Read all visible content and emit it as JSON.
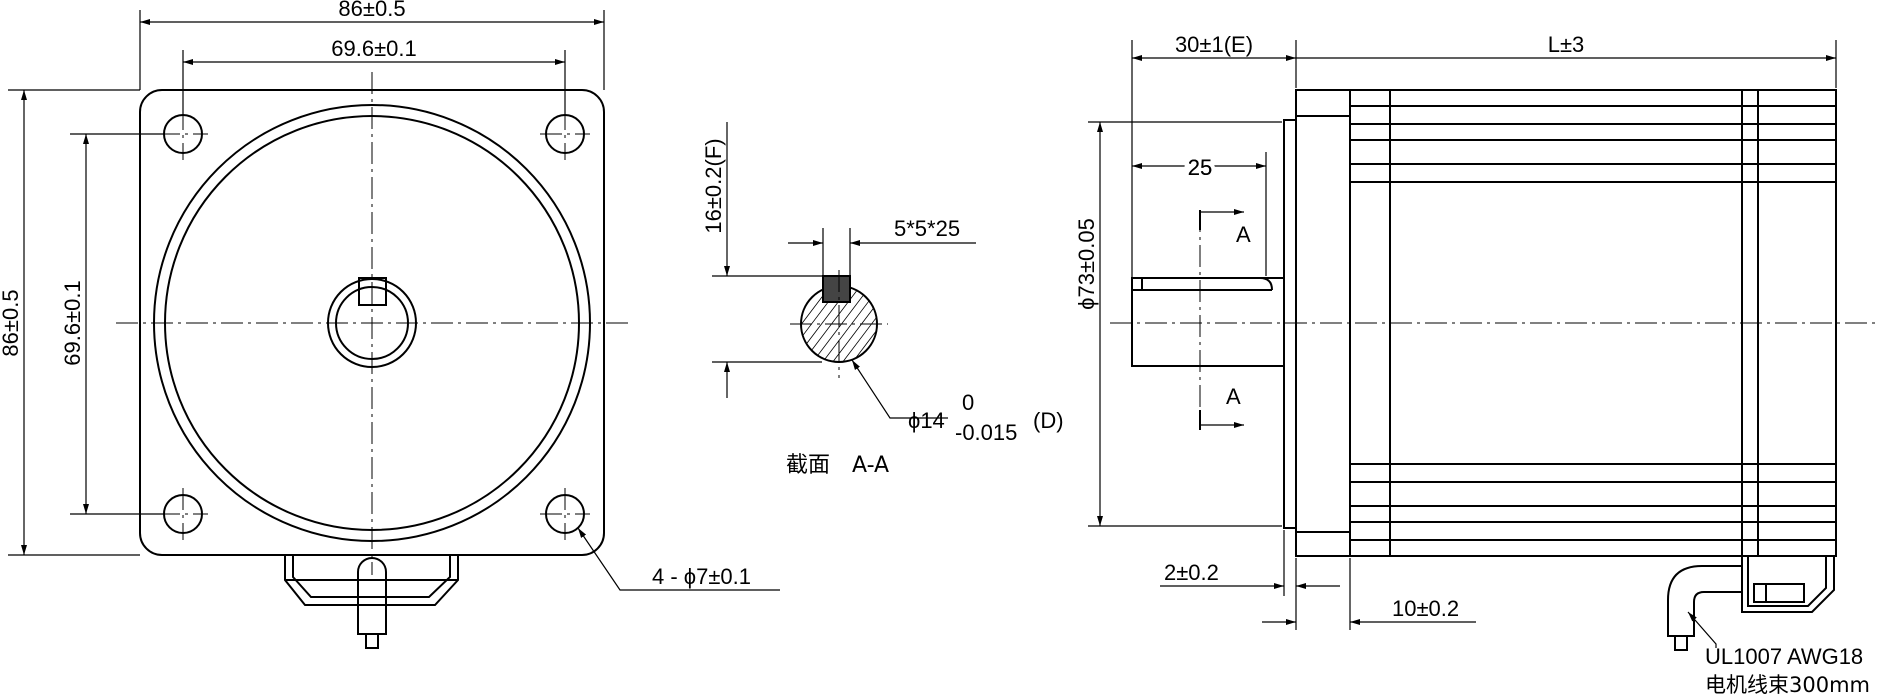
{
  "front_view": {
    "width_outer": "86±0.5",
    "hole_spacing_x": "69.6±0.1",
    "height_outer": "86±0.5",
    "hole_spacing_y": "69.6±0.1",
    "mount_holes": "4 - ϕ7±0.1"
  },
  "section": {
    "key_height": "16±0.2(F)",
    "key_size": "5*5*25",
    "shaft_dia_prefix": "ϕ14",
    "tol_upper": "0",
    "tol_lower": "-0.015",
    "tol_class": "(D)",
    "caption": "截面　A-A"
  },
  "side_view": {
    "shaft_length": "30±1(E)",
    "body_length": "L±3",
    "key_length": "25",
    "section_mark_top": "A",
    "section_mark_bottom": "A",
    "pilot_dia": "ϕ73±0.05",
    "flange_gap": "2±0.2",
    "flange_thickness": "10±0.2",
    "cable_spec": "UL1007 AWG18",
    "cable_desc": "电机线束300mm"
  }
}
